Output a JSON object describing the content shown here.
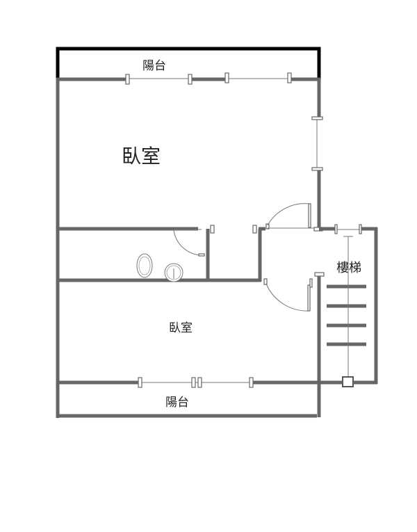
{
  "rooms": {
    "balcony_top": "陽台",
    "bedroom_top": "臥室",
    "stairs": "樓梯",
    "bedroom_bottom": "臥室",
    "balcony_bottom": "陽台"
  },
  "colors": {
    "wall": "#666666",
    "balcony_outline": "#000000"
  }
}
